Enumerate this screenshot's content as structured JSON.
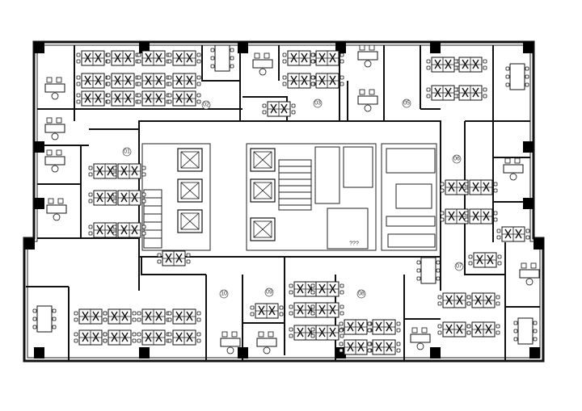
{
  "plan": {
    "room_labels": [
      "01",
      "02",
      "03",
      "05",
      "06",
      "07",
      "08",
      "09",
      "10"
    ],
    "core_note": "???"
  },
  "colors": {
    "wall": "#111111",
    "column": "#000000",
    "background": "#ffffff"
  }
}
